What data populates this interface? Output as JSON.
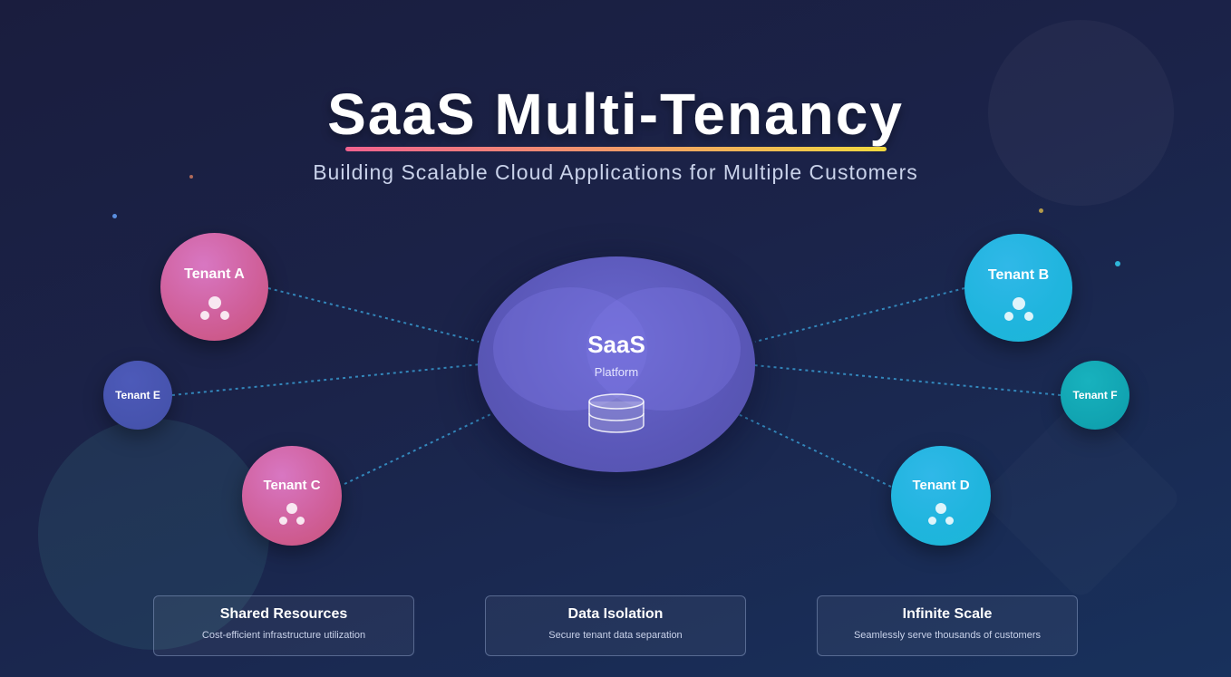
{
  "header": {
    "title": "SaaS Multi-Tenancy",
    "subtitle": "Building Scalable Cloud Applications for Multiple Customers"
  },
  "hub": {
    "title": "SaaS",
    "subtitle": "Platform",
    "icon": "database-icon"
  },
  "tenants": [
    {
      "label": "Tenant A",
      "color": "#d0609b",
      "icon": "users-icon"
    },
    {
      "label": "Tenant B",
      "color": "#20b5de",
      "icon": "users-icon"
    },
    {
      "label": "Tenant C",
      "color": "#d0609b",
      "icon": "users-icon"
    },
    {
      "label": "Tenant D",
      "color": "#20b5de",
      "icon": "users-icon"
    },
    {
      "label": "Tenant E",
      "color": "#4350a8"
    },
    {
      "label": "Tenant F",
      "color": "#0d9caa"
    }
  ],
  "features": [
    {
      "title": "Shared Resources",
      "description": "Cost-efficient infrastructure utilization"
    },
    {
      "title": "Data Isolation",
      "description": "Secure tenant data separation"
    },
    {
      "title": "Infinite Scale",
      "description": "Seamlessly serve thousands of customers"
    }
  ],
  "colors": {
    "accent_gradient": [
      "#f0628f",
      "#f39a6a",
      "#f2d93f"
    ],
    "connector": "#3aa0d8",
    "hub": "#5a57b8"
  }
}
